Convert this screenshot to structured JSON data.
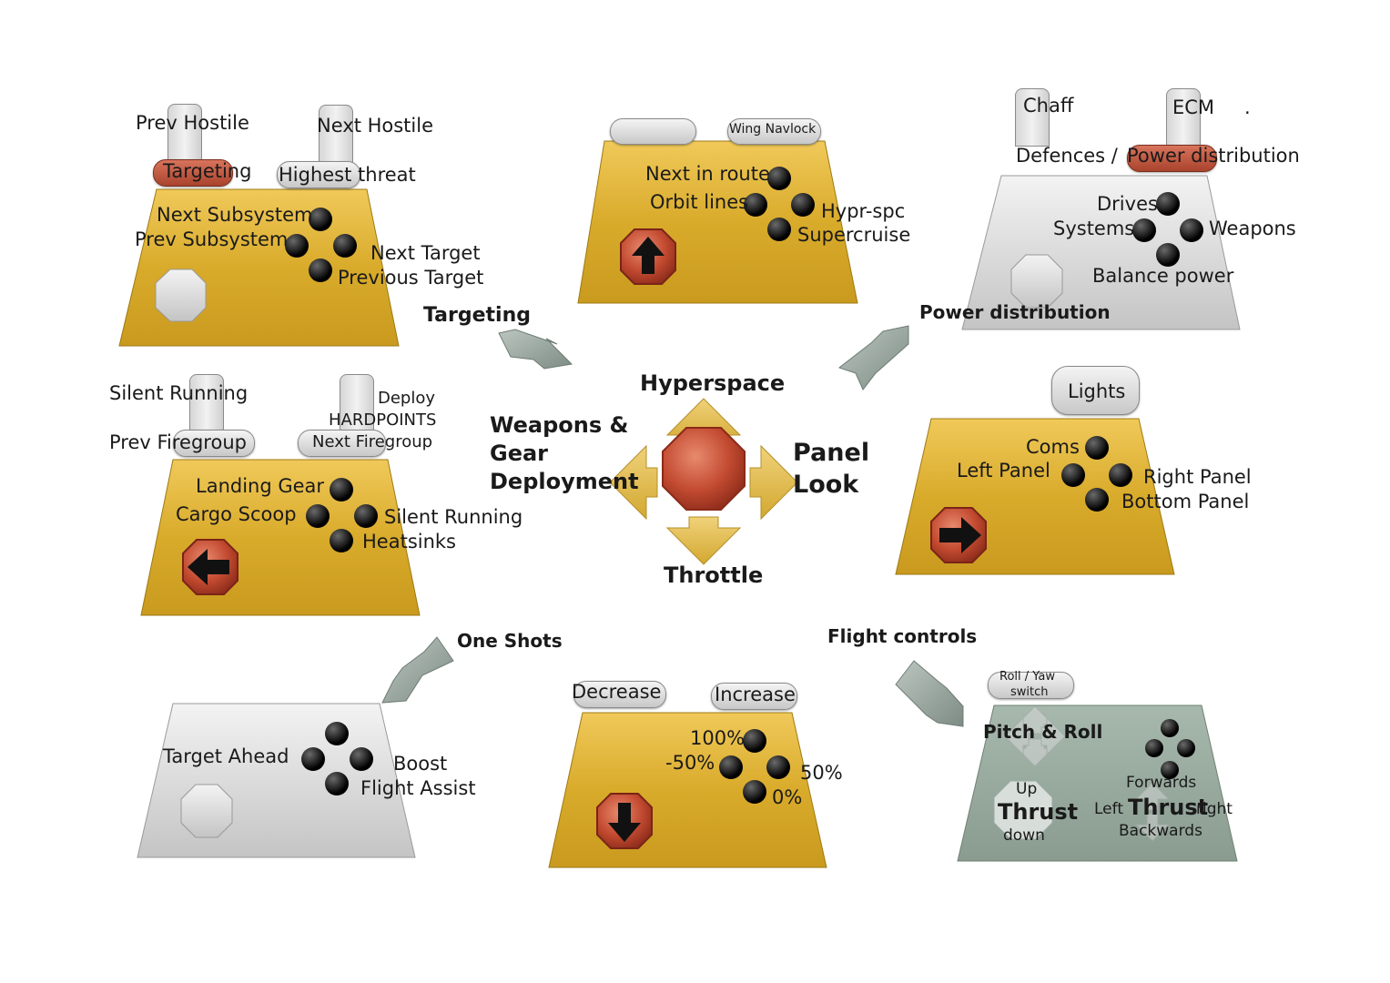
{
  "colors": {
    "yellow": "#d9ad2a",
    "grey": "#c9c9c9",
    "green": "#94a79b",
    "red": "#b9412c",
    "arrow": "#8c9a92"
  },
  "center": {
    "hyperspace": "Hyperspace",
    "weapons": [
      "Weapons &",
      "Gear",
      "Deployment"
    ],
    "panel": [
      "Panel",
      "Look"
    ],
    "throttle": "Throttle"
  },
  "sections": {
    "targeting": "Targeting",
    "power": "Power distribution",
    "one_shots": "One Shots",
    "flight": "Flight controls"
  },
  "targeting": {
    "prev_hostile": "Prev Hostile",
    "next_hostile": "Next Hostile",
    "targeting_btn": "Targeting",
    "highest_threat": "Highest threat",
    "next_subsystem": "Next Subsystem",
    "prev_subsystem": "Prev Subsystem",
    "next_target": "Next Target",
    "previous_target": "Previous Target"
  },
  "hyperspace_panel": {
    "wing_navlock": "Wing Navlock",
    "next_in_route": "Next in route",
    "orbit_lines": "Orbit lines",
    "hypr_spc": "Hypr-spc",
    "supercruise": "Supercruise",
    "arrow_icon": "up-arrow-icon"
  },
  "power_panel": {
    "chaff": "Chaff",
    "ecm": "ECM",
    "dot": ".",
    "defences": "Defences / ",
    "power_distribution": "Power distribution",
    "drives": "Drives",
    "systems": "Systems",
    "weapons": "Weapons",
    "balance_power": "Balance power"
  },
  "weapons_panel": {
    "silent_running_top": "Silent Running",
    "deploy": "Deploy",
    "hardpoints": "HARDPOINTS",
    "prev_firegroup": "Prev Firegroup",
    "next_firegroup": "Next Firegroup",
    "landing_gear": "Landing Gear",
    "cargo_scoop": "Cargo Scoop",
    "silent_running": "Silent Running",
    "heatsinks": "Heatsinks",
    "arrow_icon": "left-arrow-icon"
  },
  "panel_look": {
    "lights": "Lights",
    "coms": "Coms",
    "left_panel": "Left Panel",
    "right_panel": "Right Panel",
    "bottom_panel": "Bottom Panel",
    "arrow_icon": "right-arrow-icon"
  },
  "one_shots_panel": {
    "target_ahead": "Target Ahead",
    "boost": "Boost",
    "flight_assist": "Flight Assist"
  },
  "throttle_panel": {
    "decrease": "Decrease",
    "increase": "Increase",
    "p100": "100%",
    "m50": "-50%",
    "p50": "50%",
    "p0": "0%",
    "arrow_icon": "down-arrow-icon"
  },
  "flight_panel": {
    "roll_yaw": "Roll / Yaw",
    "switch": "switch",
    "pitch_roll": "Pitch & Roll",
    "up": "Up",
    "thrust": "Thrust",
    "down": "down",
    "forwards": "Forwards",
    "left": "Left",
    "right": "right",
    "backwards": "Backwards"
  }
}
